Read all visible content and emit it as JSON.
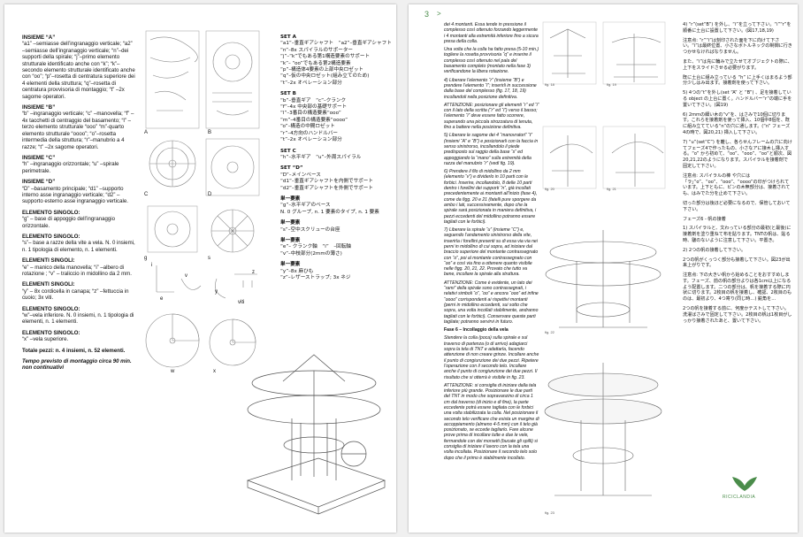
{
  "left": {
    "it_sections": [
      {
        "title": "INSIEME “A”",
        "body": "“a1” –semiasse dell’ingranaggio verticale; “a2” –semiasse dell’ingranaggio verticale; “n”–dei supporti della spirale; “j”–primo elemento strutturale identificato anche con “k”; “k”–secondo elemento strutturale identificato anche con “oo”; “p”–rosetta di centratura superiore dei 4 elementi della struttura; “q”–rosetta di centratura provvisoria di montaggio; “t” –2x sagome operatori."
      },
      {
        "title": "INSIEME “B”",
        "body": "“b” –ingranaggio verticale; “c” –manovella; “f” –4x tacchetti di centraggio del basamento; “l” –terzo elemento strutturale “ooo” “m”-quarto elemento strutturale “oooo”; “o”–rosetta intermedia della struttura; “r”–manubrio a 4 razze; “t” –2x sagome operatori."
      },
      {
        "title": "INSIEME “C”",
        "body": "“h” –ingranaggio orizzontale; “u” –spirale perimetrale."
      },
      {
        "title": "INSIEME “D”",
        "body": "“D” –basamento principale; “d1” –supporto interno asse ingranaggio verticale; “d2” –supporto esterno asse ingranaggio verticale."
      },
      {
        "title": "ELEMENTO SINGOLO:",
        "body": "“g” – base di appoggio dell’ingranaggio orizzontale."
      },
      {
        "title": "ELEMENTO SINGOLO:",
        "body": "“s”– base a razze della vite a vela. N. 0 insiemi, n. 1 tipologia di elemento, n. 1 elementi."
      },
      {
        "title": "ELEMENTI SINGOLI:",
        "body": "“e” – manico della manovella; “i” –albero di rotazione ; “v” – traliccio in midollino da 2 mm."
      },
      {
        "title": "ELEMENTI SINGOLI:",
        "body": "“y” – 8x cordicella in canapa; “z” –fettuccia in cuoio; 3x viti."
      },
      {
        "title": "ELEMENTO SINGOLO:",
        "body": "“w”–vela inferiore. N. 0 insiemi, n. 1 tipologia di elementi, n. 1 elementi."
      },
      {
        "title": "ELEMENTO SINGOLO:",
        "body": "“x” –vela superiore."
      }
    ],
    "totals": "Totale pezzi: n. 4 insiemi, n. 52 elementi.",
    "time": "Tempo previsto di montaggio circa 90 min. non continuativi",
    "jp_sets": [
      {
        "title": "SET A",
        "lines": [
          "“a1”–垂直ギアシャフト　“a2”–垂直ギアシャフト",
          "“n”–8x スパイラルのサポーター",
          "“j”–“k”でもある第1構造要素のサポート",
          "“k”– “oo”でもある第2構造要素",
          "“p”–構造体4要素の上部中央ロゼット",
          "“q”–仮の中央ロゼット(組み立てのため)",
          "“t”–2x オペレーション部分"
        ]
      },
      {
        "title": "SET B",
        "lines": [
          "“b”–垂直ギア　“c”–クランク",
          "“f”–4x 中央部の基礎サポート",
          "“l”–3番目の構造要素“ooo”",
          "“m”–4番目の構造要素“oooo”",
          "“o”–構造の中間ロゼット",
          "“r”–4方向のハンドルバー",
          "“t”–2x オペレーション部分"
        ]
      },
      {
        "title": "SET C",
        "lines": [
          "“h”–水平ギア　“u”–外周スパイラル"
        ]
      },
      {
        "title": "SET “D”",
        "lines": [
          "“D”–メインベース",
          "“d1”–垂直ギアシャフトを内側でサポート",
          "“d2”–垂直ギアシャフトを外側でサポート"
        ]
      },
      {
        "title": "単一要素",
        "lines": [
          "“g”–水平ギアのベース",
          "N. 0 グループ, n. 1 要素のタイプ, n. 1 要素"
        ]
      },
      {
        "title": "単一要素",
        "lines": [
          "“s”–空中スクリューの台座"
        ]
      },
      {
        "title": "単一要素",
        "lines": [
          "“e”– クランク軸　“i”　–回転軸",
          "“v”–中枝部分(2mmの薄さ)"
        ]
      },
      {
        "title": "単一要素",
        "lines": [
          "“y”–8x 麻ひも",
          "“z”–レザーストラップ; 3x ネジ"
        ]
      }
    ],
    "part_labels": [
      "A",
      "B",
      "C",
      "D",
      "g",
      "s",
      "i",
      "e",
      "v",
      "y",
      "z",
      "viti",
      "w",
      "x"
    ]
  },
  "right": {
    "page_number": "3",
    "arrow": ">",
    "it_text": [
      "dei 4 montanti. Essa tende in pressione il complesso così ottenuto forzando leggermente i 4 montanti alla estremità inferiore fino a sicura presa della colla.",
      "Una volta che la colla ha fatto presa (5-10 min.) togliere la rosetta provvisoria “q” e inserire il complesso così ottenuto nel pala del basamento completo (montato nella fase 3) verificandone la libera rotazione.",
      "4) Liberare l’elemento “r” (insieme “B”) e prendere l’elemento “i”; inserirli in successione dalla base del complesso (fig. 17, 18, 19) incollandoli nella posizione definitiva.",
      "ATTENZIONE: posizionare gli elementi “r” ed “i” con il lato della scritta (“r” ed “i”) verso il basso; l’elemento “i” deve essere fatto scorrere, superando una piccola strozzatura di tenuta, fino a battere nella posizione definitiva.",
      "5) Liberare le sagome dei 4 “manovratori” “t” (insiemi “A” e “B”) e posizionarli con la faccia in senso sinistrorso, incollandolo il piede predisposto sul raggio della base “s” ed appoggiando la “mano” sulla estremità della razza del manubrio “r” (vedi fig. 19).",
      "6) Prendere il filo di midollino da 2 mm (elemento “v”) e dividerlo in 10 parti con le forbici. Inserire, incollandolo, 8 delle 10 parti dentro i forellini dei supporti “n”, già incollati precedentemente ai montanti all’inizio (fase 4), come da figg. 20 e 21 (fatelli pure sporgere da ambo i lati, successivamente, dopo che la spirale sarà posizionata in maniera definitiva, i pezzi eccedenti del midollino potranno essere tagliati con le forbici).",
      "7) Liberare la spirale “u” (insieme “C”) e, seguendo l’andamento sinistrorso della vite, inserirla i forellini presenti su di essa via via nei perni in midollino di cui sopra, ad iniziare dal braccio superiore del montante contrassegnato con “o”, poi al montante contrassegnato con “oo” e così via fino a ottenere quanto visibile nelle figg. 20, 21, 22. Provato che tutto va bene, incollare la spirale alla struttura.",
      "ATTENZIONE: Come è evidente, un lato dei “rami” della spirale sono contrassegnati, i relativi simboli “o”, “oo” e ancora “ooo” ed infine “oooo” corrispondenti ai rispettivi montanti (perni in midollino eccedenti, sui sotto che sopra, una volta incollati stabilmente, andranno tagliati con le forbici). Conservare queste parti tagliate; potranno servirvi in futuro.",
      "Fase 6 – Incollaggio della vela",
      "Stendere la colla (poca) sulla spirale e sul traverso di partenza (o di arrivo) adagiarci sopra la tela di TNT e adattarla, facendo attenzione di non creare grinze. Incollare anche il punto di congiunzione dei due pezzi. Ripetere l’operazione con il secondo telo. Incollare anche il punto di congiunzione dei due pezzi. Il risultato che si otterrà è visibile in fig. 23.",
      "ATTENZIONE: si consiglia di iniziare dalla tela inferiore più grande. Posizionare le due parti del TNT in modo che sopravanzino di circa 1 cm dal traverso (di inizio e di fine), la parte eccedente potrà essere tagliata con le forbici una volta stabilizzata la colla. Nel posizionare il secondo telo verificare che esista un margine di accoppiamento (almeno 4-5 mm) con il telo già posizionato, se eccede tagliarlo. Fare alcune prove prima di incollare tutte e due le vele, fermandole con dei morsetti (bucate gli spilli) si consiglia di iniziare il lavoro con la tela una volta incollata. Posizionare il secondo telo solo dopo che il primo è stabilmente incollato."
    ],
    "jp_text": [
      "4) “r”(set“B”) を外し、“i”を立って下さい。“i”“r”を順番に土台に設置して下さい。(図17,18,19)",
      "注意点: “r”“i”は刻印された面を下に向けて下さい。“i”は最終位置、小さなボトルネックの制御に行きつかせなければなりません。",
      "また、“i”は充に輪みで立たせてオブジェクトの際に、上下をスライドさせる必要がります。",
      "既に土台に組み立っている “h” に上手くはまるよう部分少しはみ出ます。接着剤を使って下さい。",
      "5) 4つの“t”を外し(set “A” と “B”) 、足を接着している object の上台に置く。ハンドルバー“r”の端に手を置いて下さい。(図19)",
      "6) 2mmの細い木の“v”を、はさみで10個に切ります。これらを接着剤を使って挿入、10個中8個を、既に組み立てている“n”の穴に通します。(“n” フェーズ4の時で、図20,21) 挿入して下さい。",
      "7) “u”(set“C”) を離し、各らせんフレームの穴に向けてフェーズ4で作ったもの、小さなアに接木し挿入する。“o” から初めて、“oo”、“ooo”、“oo”と順次、図20,21,22のようになります。スパイラルを接着剤で固定して下さい。",
      "注意点: スパイラルの棒 や穴には「ラ」”o”、“oo”、“ooo”、“oooo”の印がつけられています。上下ともに、ピンの木無部分は、接着されても、はみでた分を止めて下さい。",
      "切った部分は後ほど必要になるので、保管しておいて下さい。",
      "フェーズ6 - 帆の接着",
      "1) スパイラルと、文わっている部分の最初(と最後)に接着剤を塗り重ねて布を貼ります。TNTの帆は、貼る時、皺のないように注意して下さい。平置き。",
      "2) 2つの帆の接着して下さい。",
      "2つの帆がくっつく部分も接着して下さい。図23が出来上がりです。",
      "注意点: 下の大きい帆から始めることをおすすめします。フェーズ、前の帆の部分よりは各1cm以上になるよう配置します。二つの部分は、帆を接着する際に円状に切ります。2枚目の帆を接着し、確認、2枚目のものは、最初より、4つ寄り(同じ時…) 鋭角を…",
      "2つの帆を接着する前に、何度かテストして下さい。洗濯ばさみで固定して下さい。2枚目の帆は1枚目がしっかり接着されたあと、置いて下さい。"
    ],
    "fig_labels": [
      "fig. 18",
      "fig. 19",
      "fig. 20",
      "fig. 21",
      "fig. 22",
      "fig. 23"
    ],
    "logo_text": "RICICLANDIA"
  }
}
